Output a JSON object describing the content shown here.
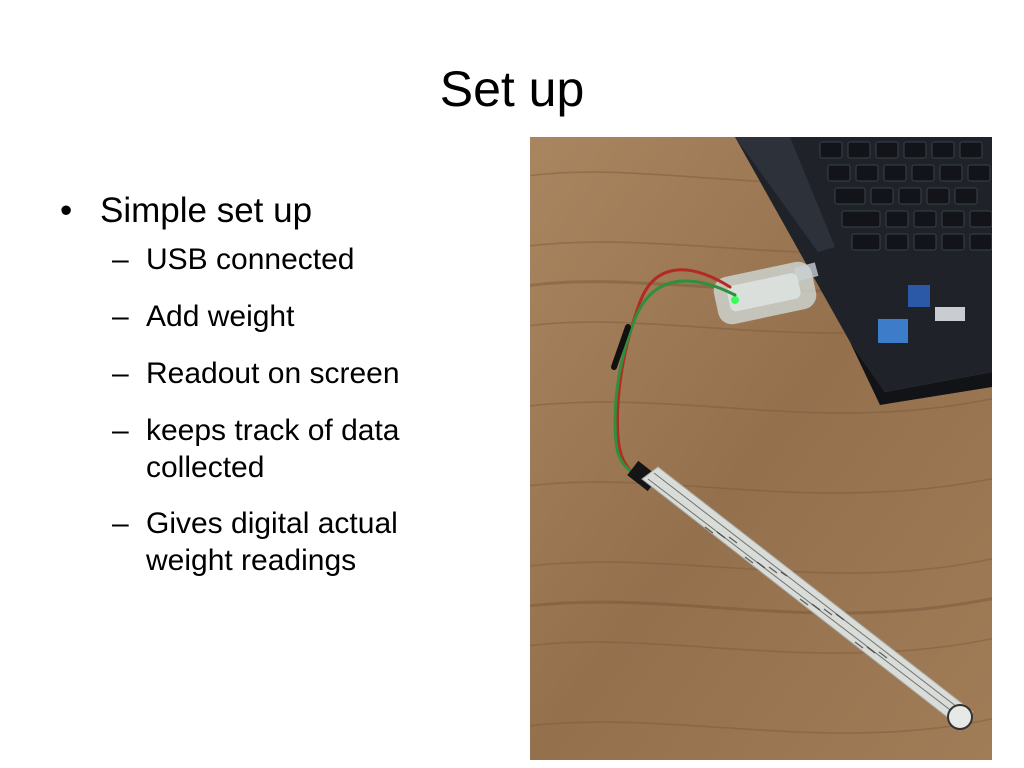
{
  "slide": {
    "title": "Set up",
    "bullet_marker": "•",
    "sub_marker": "–",
    "bullets": [
      {
        "text": "Simple set up",
        "sub": [
          "USB connected",
          "Add weight",
          "Readout on screen",
          "keeps track of data collected",
          "Gives digital actual weight readings"
        ]
      }
    ]
  },
  "photo": {
    "subject": "laptop-with-usb-force-sensor-on-wood-table",
    "colors": {
      "wood_light": "#a07c57",
      "wood_dark": "#7a5a3c",
      "laptop": "#20242b",
      "keys": "#15181d",
      "sensor_strip": "#d9dcd8",
      "wire_red": "#b32a22",
      "wire_green": "#2f8f3a",
      "led": "#39ff5a"
    }
  }
}
